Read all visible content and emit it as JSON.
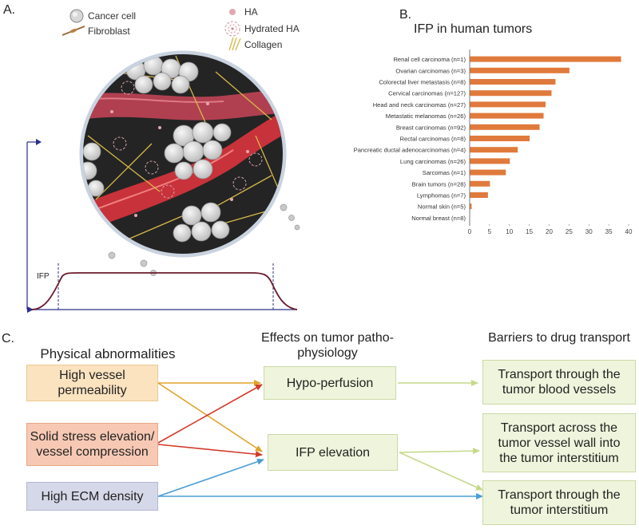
{
  "panels": {
    "a": "A.",
    "b": "B.",
    "c": "C."
  },
  "legend": {
    "cancer_cell": "Cancer cell",
    "fibroblast": "Fibroblast",
    "ha": "HA",
    "hydrated_ha": "Hydrated HA",
    "collagen": "Collagen"
  },
  "ifp_profile_label": "IFP",
  "colors": {
    "bar": "#e07a3c",
    "arrow_orange": "#e0a32a",
    "arrow_red": "#d23a2a",
    "arrow_blue": "#4a9fd6",
    "arrow_green": "#c5d98a",
    "vessel": "#c8323a",
    "profile": "#6b1a2a",
    "axis_blue": "#2a2f8a"
  },
  "chart_data": {
    "type": "bar",
    "orientation": "horizontal",
    "title": "IFP in human tumors",
    "categories": [
      "Renal cell carcinoma (n=1)",
      "Ovarian carcinomas (n=3)",
      "Colorectal liver metastasis (n=8)",
      "Cervical carcinomas (n=127)",
      "Head and neck carcinomas (n=27)",
      "Metastatic melanomas (n=26)",
      "Breast carcinomas (n=92)",
      "Rectal carcinomas (n=8)",
      "Pancreatic ductal adenocarcinomas (n=4)",
      "Lung carcinomas (n=26)",
      "Sarcomas (n=1)",
      "Brain tumors (n=28)",
      "Lymphomas (n=7)",
      "Normal skin (n=5)",
      "Normal breast (n=8)"
    ],
    "values": [
      38,
      25,
      21.5,
      20.5,
      19,
      18.5,
      17.5,
      15,
      12,
      10,
      9,
      5,
      4.5,
      0.4,
      0
    ],
    "xlim": [
      0,
      40
    ],
    "xticks": [
      0,
      5,
      10,
      15,
      20,
      25,
      30,
      35,
      40
    ],
    "xlabel": "",
    "ylabel": "",
    "grid": false
  },
  "flow": {
    "headers": {
      "physical": "Physical abnormalities",
      "effects": "Effects on  tumor patho-physiology",
      "barriers": "Barriers to drug transport"
    },
    "causes": {
      "vessel_permeability": "High vessel permeability",
      "solid_stress": "Solid stress elevation/ vessel compression",
      "ecm_density": "High ECM density"
    },
    "effects": {
      "hypo_perfusion": "Hypo-perfusion",
      "ifp_elevation": "IFP elevation"
    },
    "barriers": {
      "blood_vessels": "Transport through the tumor blood vessels",
      "vessel_wall": "Transport across the tumor vessel wall into the tumor interstitium",
      "interstitium": "Transport through the tumor interstitium"
    }
  }
}
